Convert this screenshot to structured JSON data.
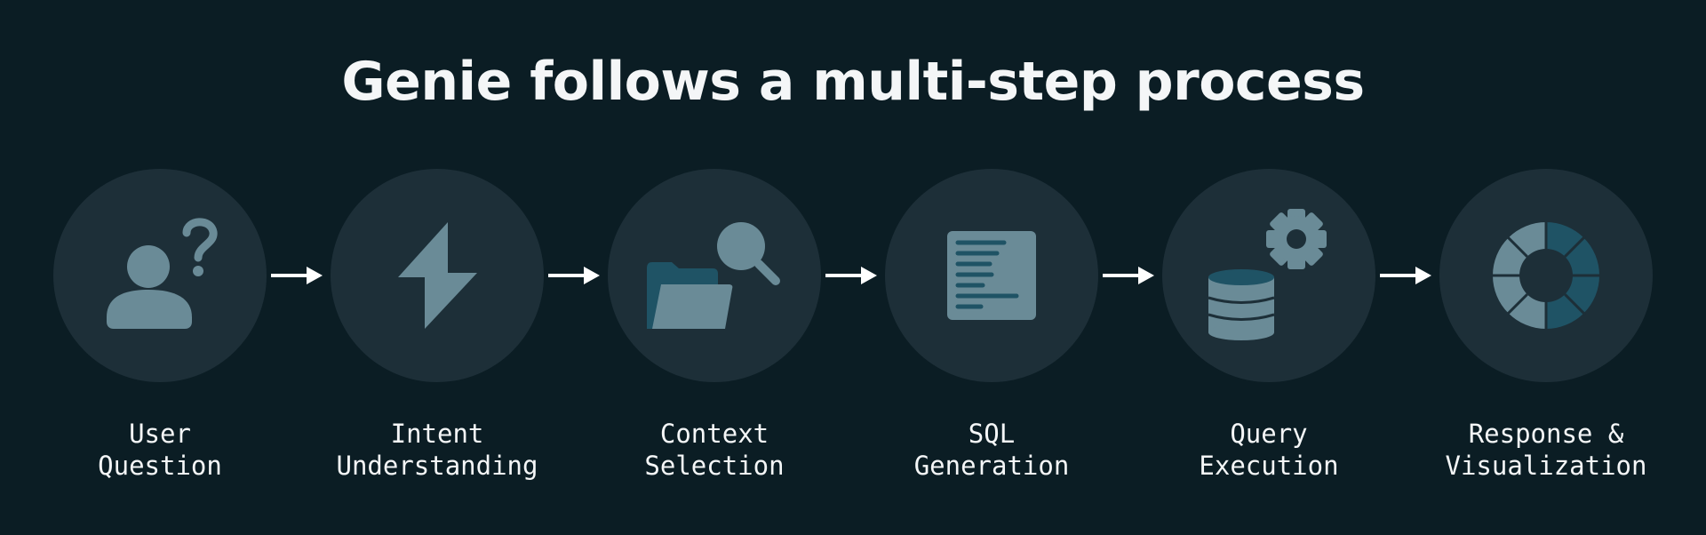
{
  "title": "Genie follows a multi-step process",
  "colors": {
    "background": "#0b1d24",
    "circle": "#1d2f38",
    "icon_light": "#6a8b97",
    "icon_dark": "#1f5365",
    "text": "#f4f6f7"
  },
  "steps": [
    {
      "icon": "user-question-icon",
      "label_line1": "User",
      "label_line2": "Question"
    },
    {
      "icon": "lightning-bolt-icon",
      "label_line1": "Intent",
      "label_line2": "Understanding"
    },
    {
      "icon": "folder-search-icon",
      "label_line1": "Context",
      "label_line2": "Selection"
    },
    {
      "icon": "document-icon",
      "label_line1": "SQL",
      "label_line2": "Generation"
    },
    {
      "icon": "database-gear-icon",
      "label_line1": "Query",
      "label_line2": "Execution"
    },
    {
      "icon": "donut-chart-icon",
      "label_line1": "Response &",
      "label_line2": "Visualization"
    }
  ]
}
